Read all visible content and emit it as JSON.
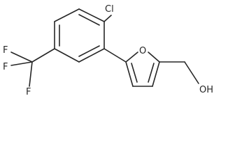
{
  "molecule": {
    "atom_labels": {
      "chlorine": "Cl",
      "fluorine_1": "F",
      "fluorine_2": "F",
      "fluorine_3": "F",
      "furan_oxygen": "O",
      "hydroxyl": "OH"
    }
  }
}
